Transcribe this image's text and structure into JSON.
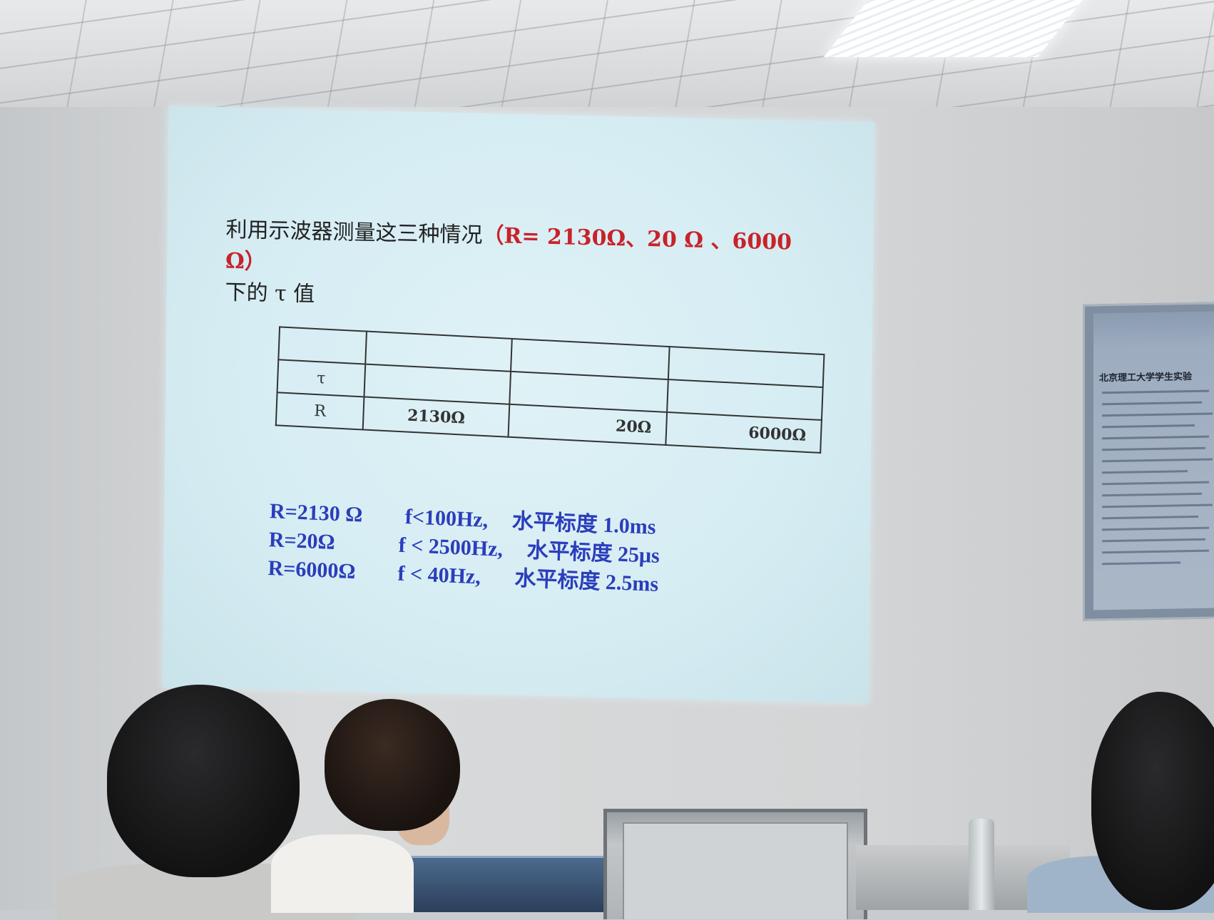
{
  "slide": {
    "title_black": "利用示波器测量这三种情况",
    "title_red": "（R= 2130Ω、20 Ω 、6000 Ω）",
    "title_line2": "下的 τ 值",
    "table": {
      "rows": [
        [
          "",
          "",
          "",
          ""
        ],
        [
          "τ",
          "",
          "",
          ""
        ],
        [
          "R",
          "2130Ω",
          "20Ω",
          "6000Ω"
        ]
      ]
    },
    "notes": [
      {
        "r": "R=2130 Ω",
        "f": "f<100Hz,",
        "scale": "水平标度 1.0ms"
      },
      {
        "r": "R=20Ω",
        "f": "f < 2500Hz,",
        "scale": "水平标度 25μs"
      },
      {
        "r": "R=6000Ω",
        "f": "f < 40Hz,",
        "scale": "水平标度 2.5ms"
      }
    ]
  },
  "notice_board": {
    "title": "北京理工大学学生实验"
  },
  "colors": {
    "red_text": "#c8222a",
    "blue_text": "#2b3dbb",
    "screen": "#d6edf3"
  }
}
